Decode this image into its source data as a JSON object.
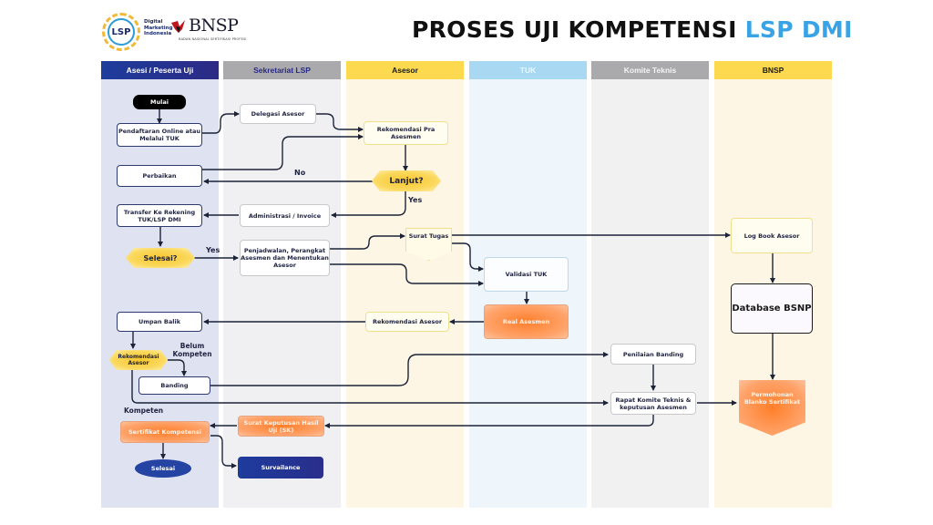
{
  "header": {
    "logo_lsp": "LSP",
    "logo_lsp_sub": [
      "Digital",
      "Marketing",
      "Indonesia"
    ],
    "logo_bnsp": "BNSP",
    "logo_bnsp_sub": "BADAN NASIONAL SERTIFIKASI PROFESI",
    "title_main": "PROSES UJI KOMPETENSI ",
    "title_accent": "LSP DMI"
  },
  "colors": {
    "title_accent": "#3aa3e6",
    "lane_asesi_head": "#25368f",
    "lane_sekretariat_head": "#a9a9ab",
    "lane_asesor_head": "#fcd94e",
    "lane_tuk_head": "#a9d8f3",
    "lane_komite_head": "#a9a9ab",
    "lane_bnsp_head": "#fcd94e",
    "connector": "#1c2338",
    "orange_node": "#ff7f2a",
    "navy_node": "#1d3c9c"
  },
  "lanes": [
    {
      "id": "asesi",
      "label": "Asesi / Peserta Uji"
    },
    {
      "id": "sekretariat",
      "label": "Sekretariat LSP"
    },
    {
      "id": "asesor",
      "label": "Asesor"
    },
    {
      "id": "tuk",
      "label": "TUK"
    },
    {
      "id": "komite",
      "label": "Komite Teknis"
    },
    {
      "id": "bnsp",
      "label": "BNSP"
    }
  ],
  "nodes": {
    "mulai": "Mulai",
    "pendaftaran": "Pendaftaran Online atau Melalui TUK",
    "delegasi": "Delegasi Asesor",
    "rekomendasi_pra": "Rekomendasi Pra Asesmen",
    "perbaikan": "Perbaikan",
    "lanjut": "Lanjut?",
    "transfer": "Transfer Ke Rekening TUK/LSP DMI",
    "administrasi": "Administrasi / Invoice",
    "selesai_q": "Selesai?",
    "penjadwalan": "Penjadwalan, Perangkat Asesmen dan Menentukan Asesor",
    "surat_tugas": "Surat Tugas",
    "log_book": "Log Book Asesor",
    "validasi_tuk": "Validasi TUK",
    "database_bnsp": "Database BSNP",
    "umpan_balik": "Umpan Balik",
    "rekomendasi_asesor": "Rekomendasi Asesor",
    "real_asesmen": "Real Asesmen",
    "rekomendasi_asesor_dec": "Rekomendasi Asesor",
    "banding": "Banding",
    "penilaian_banding": "Penilaian Banding",
    "rapat_komite": "Rapat Komite Teknis & keputusan Asesmen",
    "permohonan_blanko": "Permohonan Blanko Sertifikat",
    "sertifikat": "Sertifikat Kompetensi",
    "surat_keputusan": "Surat Keputusan Hasil Uji (SK)",
    "selesai_end": "Selesai",
    "survailance": "Survailance"
  },
  "edge_labels": {
    "no": "No",
    "yes_lanjut": "Yes",
    "yes_selesai": "Yes",
    "belum_kompeten": "Belum Kompeten",
    "kompeten": "Kompeten"
  }
}
